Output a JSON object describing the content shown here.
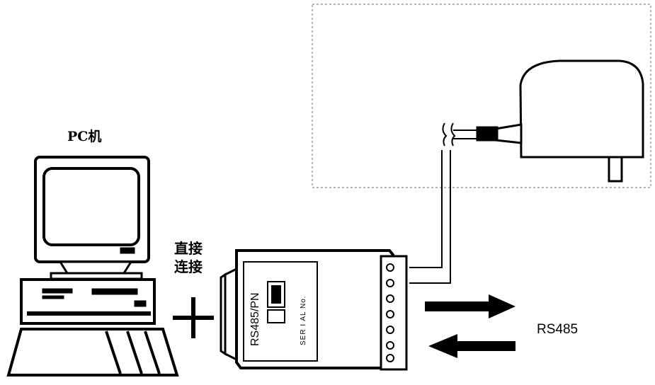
{
  "pc_label": "PC机",
  "connection_label_line1": "直接",
  "connection_label_line2": "连接",
  "converter_model": "RS485/PN",
  "serial_label": "SER I AL  No.",
  "bus_label": "RS485",
  "colors": {
    "stroke": "#000000",
    "background": "#ffffff",
    "dashed_box": "#888888"
  }
}
